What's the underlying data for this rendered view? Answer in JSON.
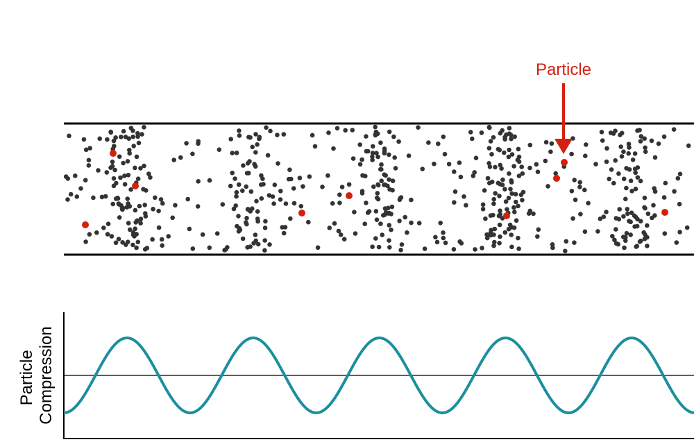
{
  "diagram": {
    "callout_label": "Particle",
    "y_axis_label_line1": "Particle",
    "y_axis_label_line2": "Compression",
    "colors": {
      "particle": "#333333",
      "highlighted_particle": "#d42010",
      "callout": "#d42010",
      "wave": "#1b8f9e",
      "frame": "#000000"
    },
    "compression_wave": {
      "peak_count": 5,
      "trough_count": 6
    }
  }
}
